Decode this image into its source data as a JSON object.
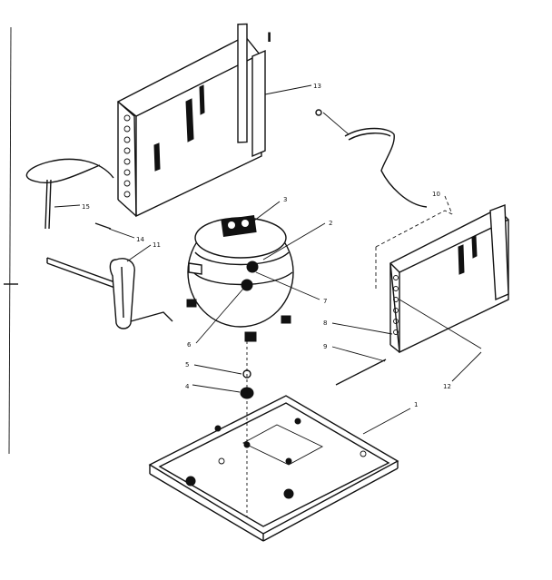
{
  "header_mark": "I",
  "callouts": {
    "c1": "1",
    "c2": "2",
    "c3": "3",
    "c4": "4",
    "c5": "5",
    "c6": "6",
    "c7": "7",
    "c8": "8",
    "c9": "9",
    "c10": "10",
    "c11": "11",
    "c12": "12",
    "c13": "13",
    "c14": "14",
    "c15": "15"
  },
  "colors": {
    "line": "#111111",
    "background": "#ffffff"
  }
}
